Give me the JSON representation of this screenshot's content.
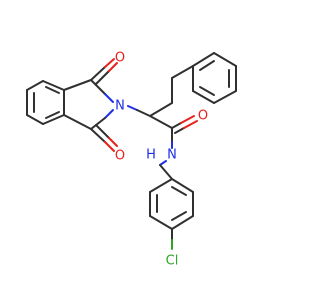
{
  "molecule": {
    "atom_labels": {
      "oxygen_top": "O",
      "oxygen_bottom": "O",
      "oxygen_amide": "O",
      "nitrogen_ring": "N",
      "amide_nh": "N",
      "amide_h": "H",
      "chlorine": "Cl"
    },
    "colors": {
      "carbon_bond": "#303030",
      "oxygen": "#e8221b",
      "nitrogen": "#1f2fe6",
      "chlorine": "#2fa52a",
      "background": "#ffffff"
    }
  }
}
